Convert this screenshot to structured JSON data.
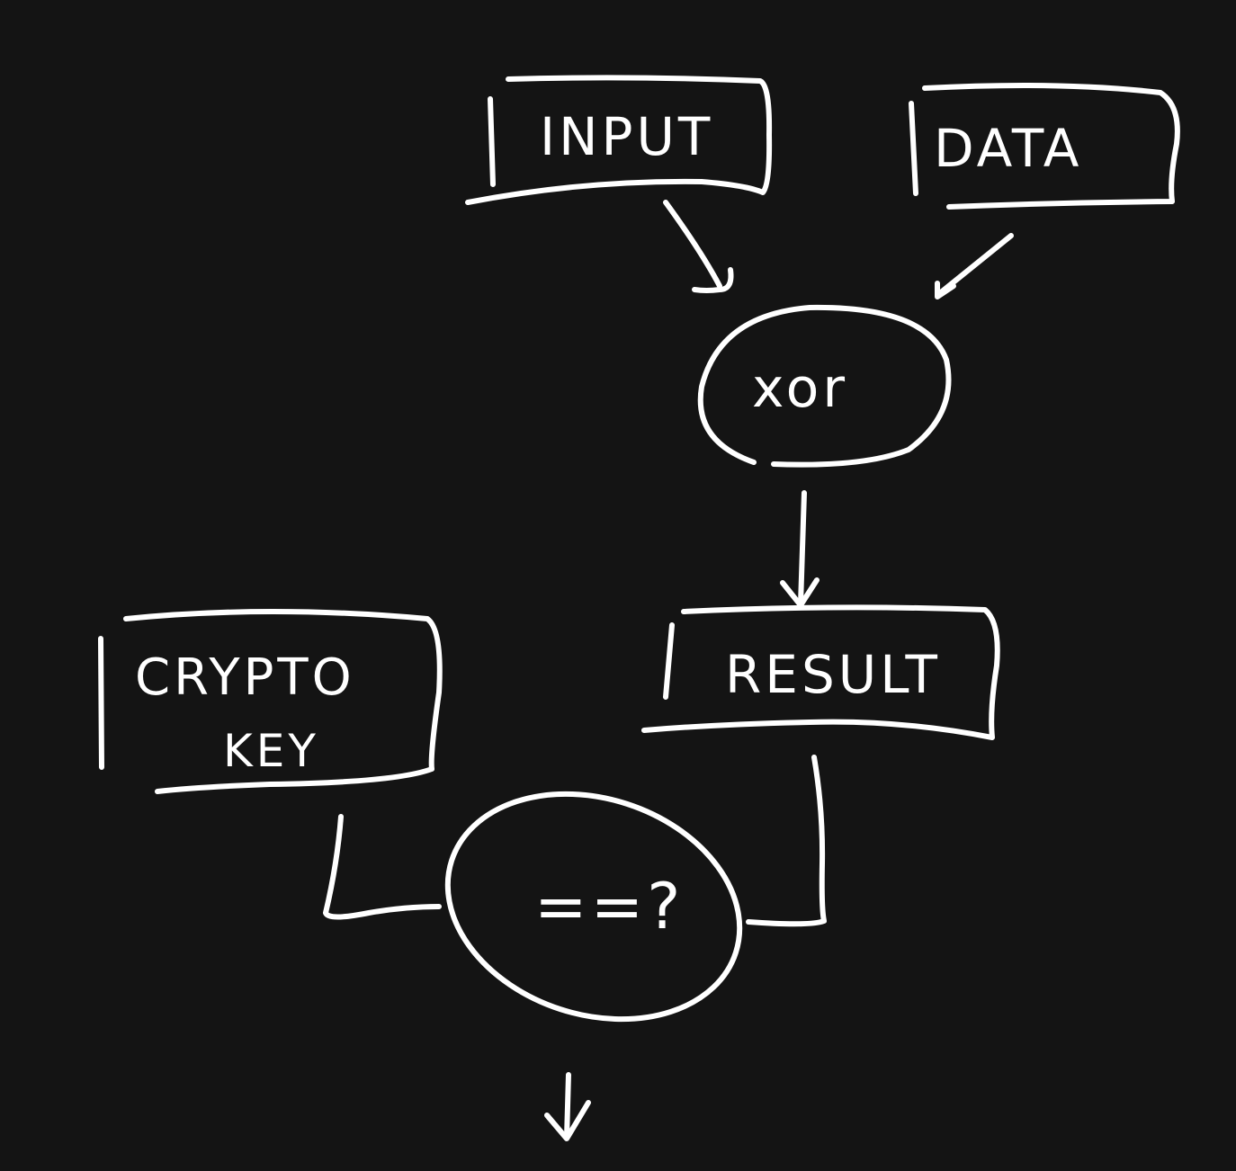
{
  "diagram": {
    "background_color": "#141414",
    "stroke_color": "#ffffff",
    "nodes": {
      "input": {
        "label": "INPUT"
      },
      "data": {
        "label": "DATA"
      },
      "xor": {
        "label": "xor"
      },
      "result": {
        "label": "RESULT"
      },
      "crypto_key": {
        "label_line1": "CRYPTO",
        "label_line2": "KEY"
      },
      "compare": {
        "label": "==?"
      }
    }
  }
}
